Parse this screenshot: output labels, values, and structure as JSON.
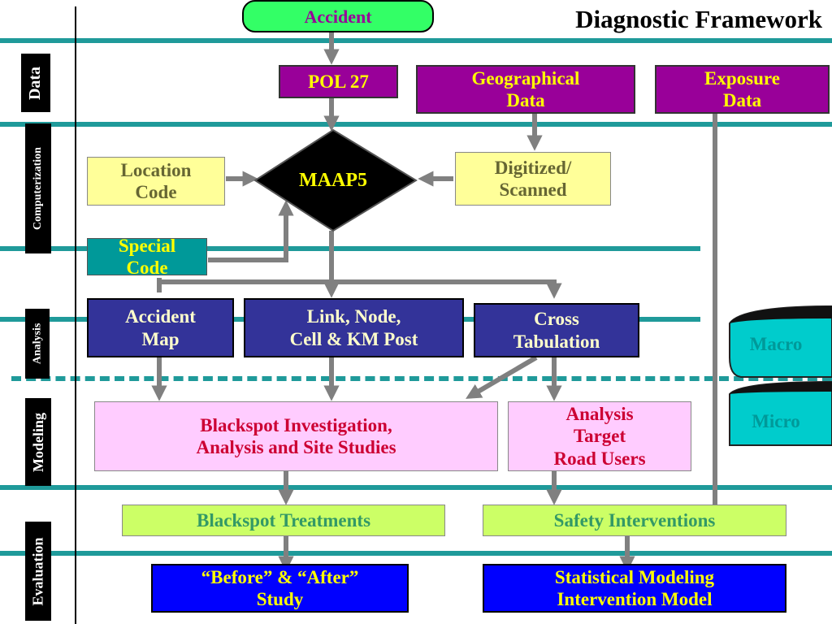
{
  "title": "Diagnostic Framework",
  "stages": [
    "Data",
    "Computerization",
    "Analysis",
    "Modeling",
    "Evaluation"
  ],
  "nodes": {
    "accident": "Accident",
    "pol27": "POL 27",
    "geo": "Geographical\nData",
    "exposure": "Exposure\nData",
    "location": "Location\nCode",
    "maap5": "MAAP5",
    "digitized": "Digitized/\nScanned",
    "special": "Special\nCode",
    "accident_map": "Accident\nMap",
    "link_node": "Link, Node,\nCell & KM Post",
    "cross_tab": "Cross\nTabulation",
    "macro": "Macro",
    "micro": "Micro",
    "blackspot_inv": "Blackspot Investigation,\nAnalysis and Site Studies",
    "analysis_target": "Analysis\nTarget\nRoad Users",
    "blackspot_treat": "Blackspot Treatments",
    "safety": "Safety Interventions",
    "before_after": "“Before” & “After”\nStudy",
    "statistical": "Statistical Modeling\nIntervention Model"
  },
  "colors": {
    "teal_line": "#1f9a9a",
    "purple": "#990099",
    "yellow": "#ffff99",
    "teal_box": "#009999",
    "navy": "#333399",
    "pink": "#ffccff",
    "lightgreen": "#ccff66",
    "blue": "#0000ff",
    "accident_green": "#33ff66",
    "arrow_gray": "#808080"
  }
}
